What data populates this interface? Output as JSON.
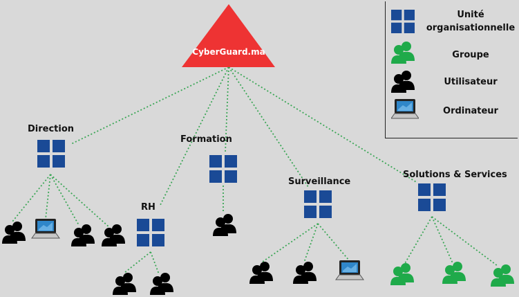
{
  "colors": {
    "background": "#d9d9d9",
    "root_fill": "#ee3333",
    "unit_fill": "#1a4a96",
    "link_stroke": "#3aa655",
    "user_fill": "#000000",
    "group_fill": "#1faa4a",
    "laptop_screen": "#2f86c9"
  },
  "root": {
    "label": "CyberGuard.ma"
  },
  "units": {
    "direction": {
      "label": "Direction"
    },
    "formation": {
      "label": "Formation"
    },
    "rh": {
      "label": "RH"
    },
    "surveillance": {
      "label": "Surveillance"
    },
    "solutions": {
      "label": "Solutions & Services"
    }
  },
  "legend": {
    "unit": {
      "icon": "org-unit-icon",
      "label": "Unité organisationnelle"
    },
    "group": {
      "icon": "group-icon",
      "label": "Groupe"
    },
    "user": {
      "icon": "user-icon",
      "label": "Utilisateur"
    },
    "computer": {
      "icon": "laptop-icon",
      "label": "Ordinateur"
    }
  },
  "leaves": {
    "direction": [
      "user-icon",
      "laptop-icon",
      "user-icon",
      "user-icon"
    ],
    "rh": [
      "user-icon",
      "user-icon"
    ],
    "formation": [
      "user-icon"
    ],
    "surveillance": [
      "user-icon",
      "user-icon",
      "laptop-icon"
    ],
    "solutions": [
      "group-icon",
      "group-icon",
      "group-icon"
    ]
  }
}
